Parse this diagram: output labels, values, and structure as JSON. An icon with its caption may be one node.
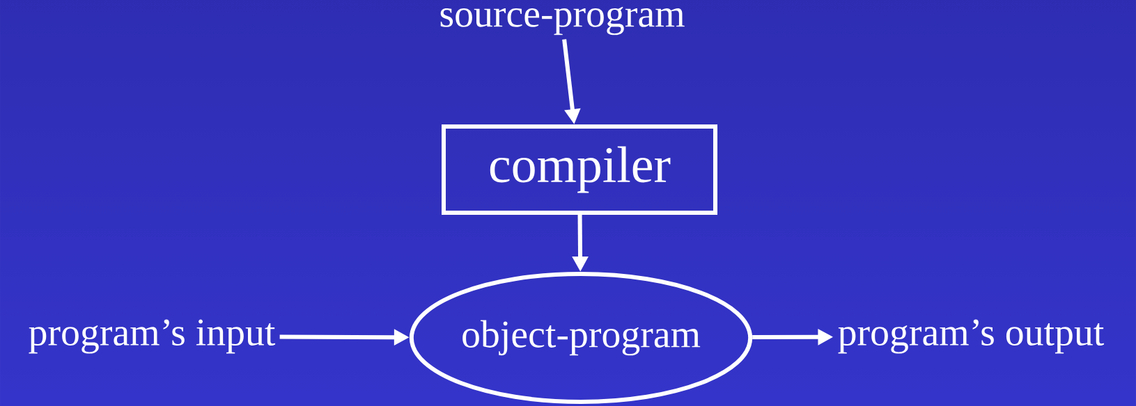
{
  "diagram": {
    "nodes": [
      {
        "text": [
          "source-program"
        ]
      },
      {
        "text": [
          "compiler"
        ]
      },
      {
        "text": [
          "object-program"
        ]
      },
      {
        "text": [
          "program’s input"
        ]
      },
      {
        "text": [
          "program’s output"
        ]
      }
    ],
    "edges": [
      {
        "from": 0,
        "to": 1,
        "arrow": "to"
      },
      {
        "from": 1,
        "to": 2,
        "arrow": "to"
      },
      {
        "from": 3,
        "to": 2,
        "arrow": "to"
      },
      {
        "from": 2,
        "to": 4,
        "arrow": "to"
      }
    ]
  }
}
